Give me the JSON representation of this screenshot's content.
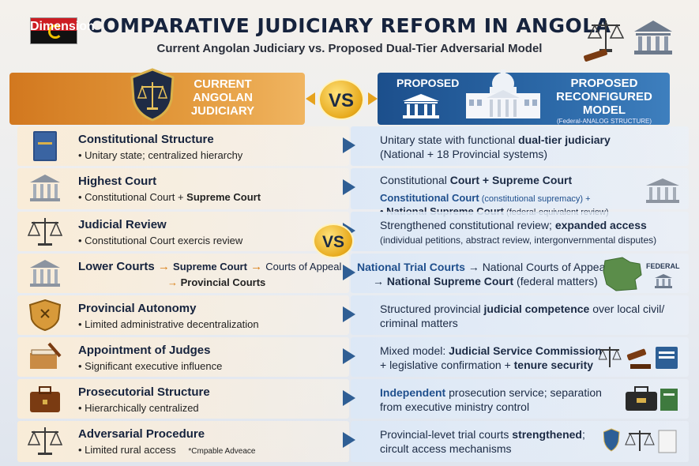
{
  "header": {
    "title": "COMPARATIVE JUDICIARY REFORM IN ANGOLA",
    "subtitle": "Current Angolan Judiciary vs. Proposed Dual-Tier Adversarial Model"
  },
  "columns": {
    "dimension": "Dimension",
    "current": "CURRENT ANGOLAN JUDICIARY",
    "vs": "VS",
    "proposed_short": "PROPOSED",
    "proposed": "PROPOSED RECONFIGURED MODEL",
    "proposed_note": "(Federal-ANALOG STRUCTURE)"
  },
  "middle_vs": "VS",
  "rows": [
    {
      "name": "Constitutional Structure",
      "current": "• Unitary state; centralized hierarchy",
      "proposed_l1_a": "Unitary state with functional ",
      "proposed_l1_b": "dual-tier judiciary",
      "proposed_l2": "(National + 18 Provincial systems)"
    },
    {
      "name": "Highest Court",
      "current_a": "• Constitutional Court + ",
      "current_b": "Supreme Court",
      "proposed_l1_a": "Constitutional ",
      "proposed_l1_b": "Court + Supreme Court",
      "proposed_l2_a": "Constitutional Court",
      "proposed_l2_b": " (constitutional supremacy) +",
      "proposed_l3_a": "• ",
      "proposed_l3_b": "National Supreme Court",
      "proposed_l3_c": " (federal-equivalent review)"
    },
    {
      "name": "Judicial Review",
      "current": "• Constitutional Court exercis review",
      "proposed_l1_a": "Strengthened constitutional review; ",
      "proposed_l1_b": "expanded access",
      "proposed_l2": "(individual petitions, abstract review, intergonvernmental disputes)"
    },
    {
      "name_a": "Lower Courts",
      "name_b": " → ",
      "name_c": "Supreme Court",
      "name_d": " → ",
      "name_e": "Courts of Appeal",
      "line2_a": "→ ",
      "line2_b": "Provincial Courts",
      "proposed_l1_a": "National Trial Courts",
      "proposed_l1_b": " → National Courts of Appeal",
      "proposed_l2_a": "→ ",
      "proposed_l2_b": "National Supreme Court",
      "proposed_l2_c": " (federal matters)",
      "map_label": "FEDERAL"
    },
    {
      "name": "Provincial Autonomy",
      "current": "• Limited administrative decentralization",
      "proposed_l1_a": "Structured provincial ",
      "proposed_l1_b": "judicial competence",
      "proposed_l1_c": " over local civil/",
      "proposed_l2": "criminal matters"
    },
    {
      "name": "Appointment of Judges",
      "current": "• Significant executive influence",
      "proposed_l1_a": "Mixed model: ",
      "proposed_l1_b": "Judicial Service Commission",
      "proposed_l2_a": "+ legislative confirmation + ",
      "proposed_l2_b": "tenure security"
    },
    {
      "name": "Prosecutorial Structure",
      "current": "• Hierarchically centralized",
      "proposed_l1_a": "Independent",
      "proposed_l1_b": " prosecution service; separation",
      "proposed_l2": "from executive ministry control"
    },
    {
      "name": "Adversarial Procedure",
      "current": "• Limited rural access",
      "current_note": "*Cmpable Adveace",
      "proposed_l1_a": "Provincial-levet trial courts ",
      "proposed_l1_b": "strengthened",
      "proposed_l1_c": ";",
      "proposed_l2": "circult access mechanisms"
    }
  ],
  "colors": {
    "current_header": "#d2781f",
    "proposed_header": "#1c4f8c",
    "vs_gold": "#e7a91b",
    "arrow_blue": "#2f5e94"
  }
}
